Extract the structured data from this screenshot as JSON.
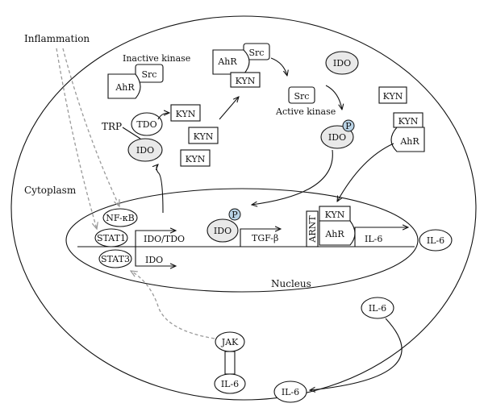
{
  "labels": {
    "inflammation": "Inflammation",
    "cytoplasm": "Cytoplasm",
    "nucleus": "Nucleus",
    "inactive_kinase": "Inactive kinase",
    "active_kinase": "Active kinase",
    "trp": "TRP"
  },
  "molecules": {
    "ahr": "AhR",
    "src": "Src",
    "kyn": "KYN",
    "tdo": "TDO",
    "ido": "IDO",
    "p": "P",
    "nfkb": "NF-κB",
    "stat1": "STAT1",
    "stat3": "STAT3",
    "arnt": "ARNT",
    "jak": "JAK",
    "il6": "IL-6"
  },
  "genes": {
    "ido_tdo": "IDO/TDO",
    "ido": "IDO",
    "tgfb": "TGF-β",
    "il6": "IL-6"
  },
  "colors": {
    "outline": "#111111",
    "dashed_arrow": "#9a9a9a",
    "ido_fill": "#e9e9e9",
    "phospho_fill": "#b9d3e6"
  }
}
